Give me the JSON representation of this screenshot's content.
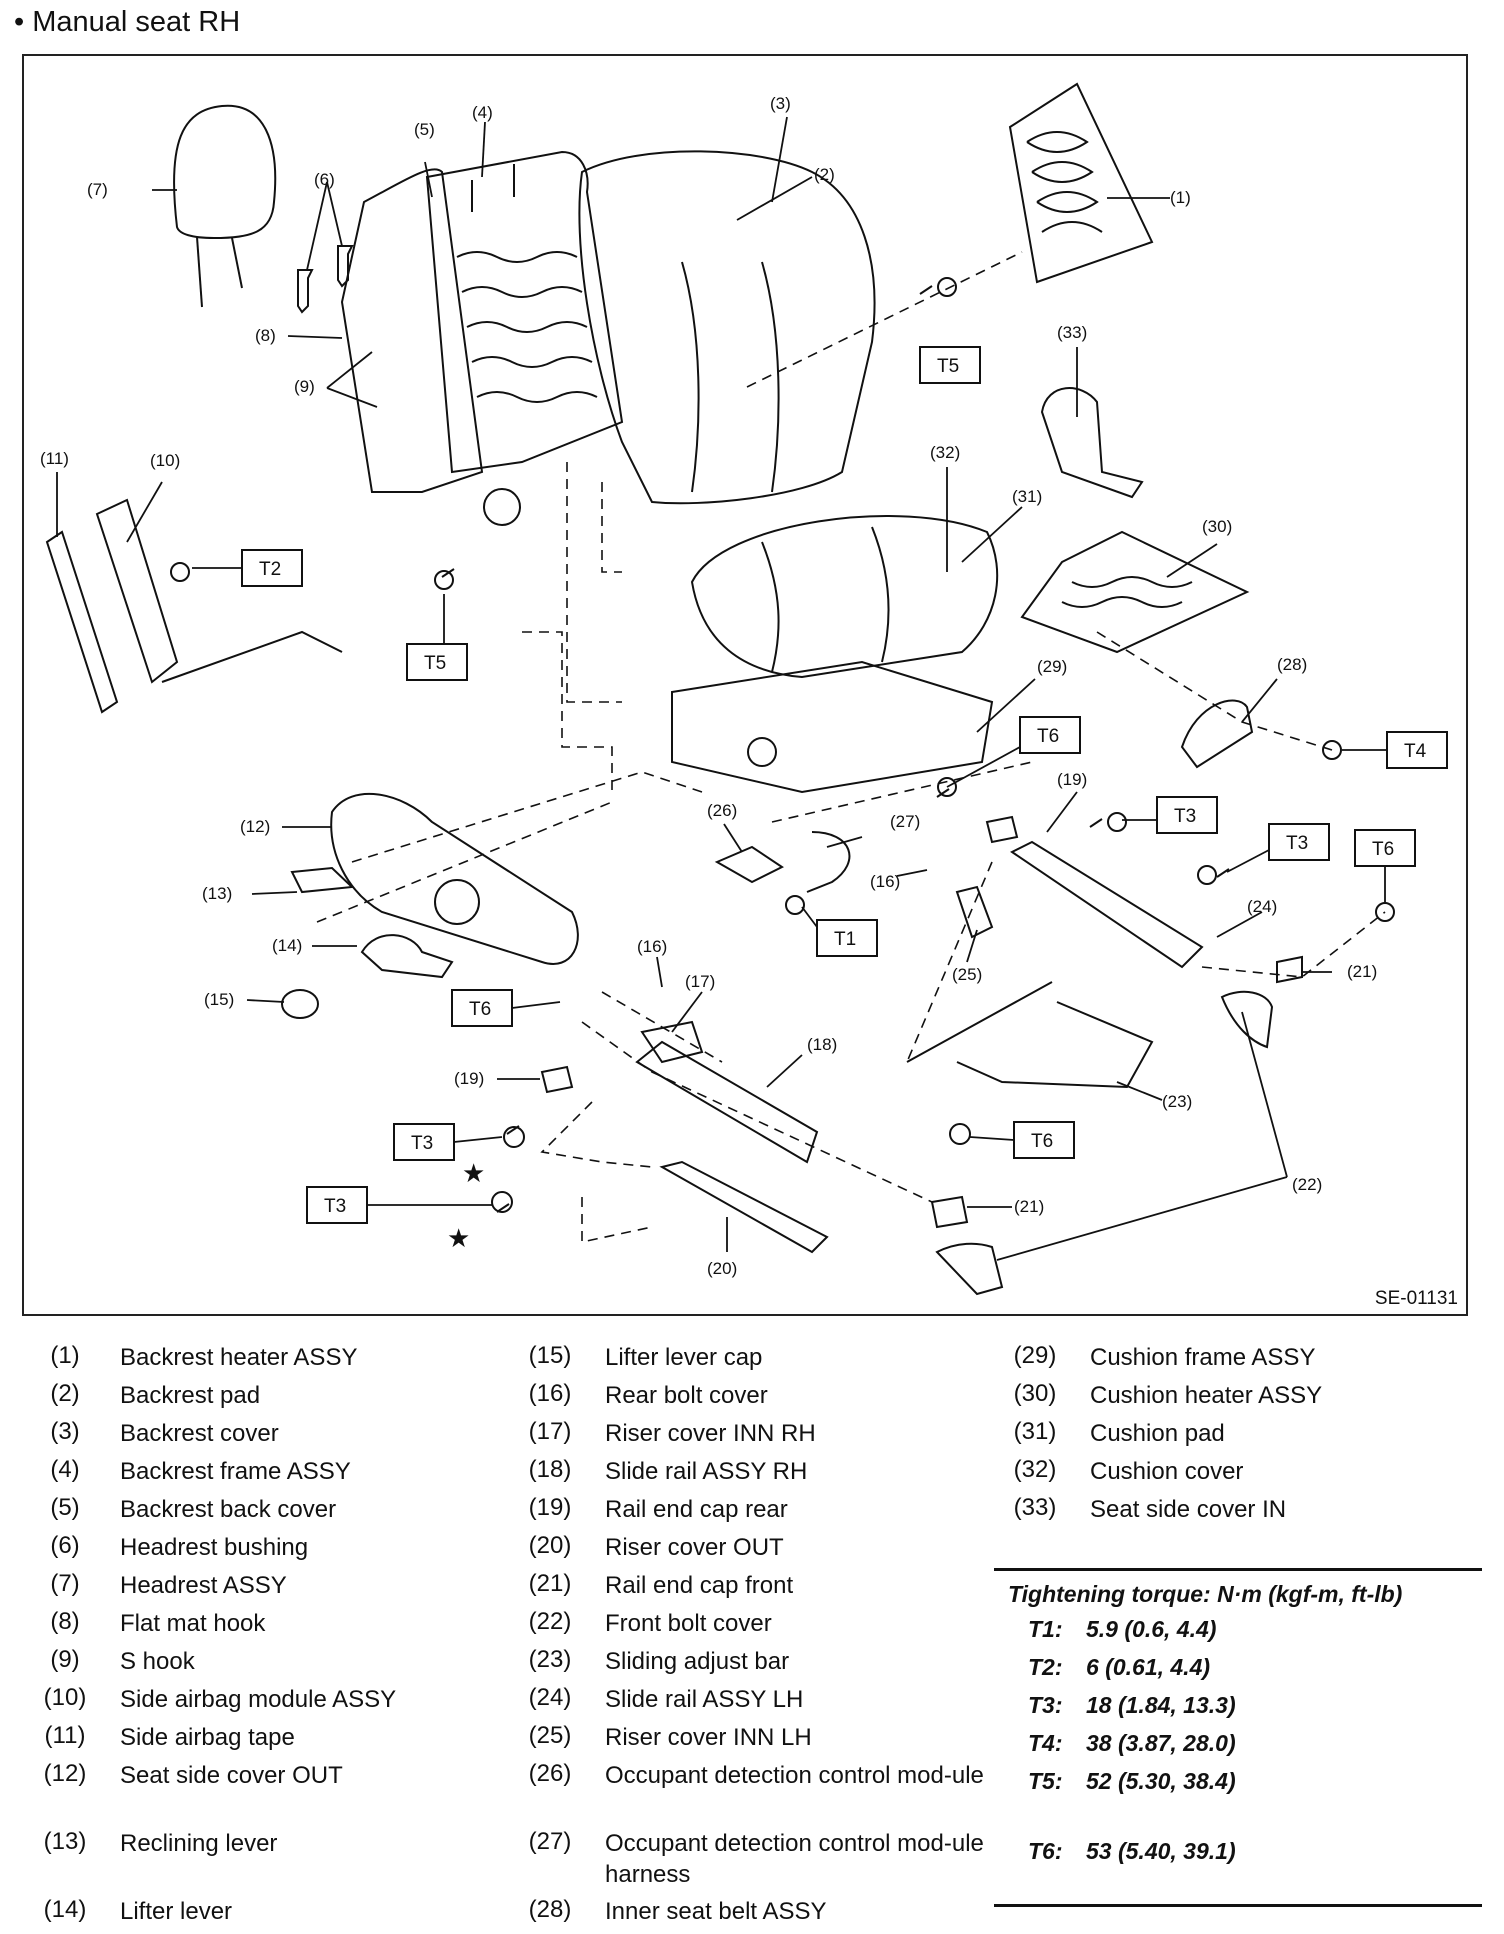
{
  "title": "Manual seat RH",
  "figure_id": "SE-01131",
  "callouts": {
    "c1": "(1)",
    "c2": "(2)",
    "c3": "(3)",
    "c4": "(4)",
    "c5": "(5)",
    "c6": "(6)",
    "c7": "(7)",
    "c8": "(8)",
    "c9": "(9)",
    "c10": "(10)",
    "c11": "(11)",
    "c12": "(12)",
    "c13": "(13)",
    "c14": "(14)",
    "c15": "(15)",
    "c16": "(16)",
    "c17": "(17)",
    "c18": "(18)",
    "c19": "(19)",
    "c20": "(20)",
    "c21": "(21)",
    "c22": "(22)",
    "c23": "(23)",
    "c24": "(24)",
    "c25": "(25)",
    "c26": "(26)",
    "c27": "(27)",
    "c28": "(28)",
    "c29": "(29)",
    "c30": "(30)",
    "c31": "(31)",
    "c32": "(32)",
    "c33": "(33)"
  },
  "torque_labels": {
    "t1": "T1",
    "t2": "T2",
    "t3": "T3",
    "t4": "T4",
    "t5": "T5",
    "t6": "T6"
  },
  "legend": [
    {
      "num": "(1)",
      "text": "Backrest heater ASSY"
    },
    {
      "num": "(2)",
      "text": "Backrest pad"
    },
    {
      "num": "(3)",
      "text": "Backrest cover"
    },
    {
      "num": "(4)",
      "text": "Backrest frame ASSY"
    },
    {
      "num": "(5)",
      "text": "Backrest back cover"
    },
    {
      "num": "(6)",
      "text": "Headrest bushing"
    },
    {
      "num": "(7)",
      "text": "Headrest ASSY"
    },
    {
      "num": "(8)",
      "text": "Flat mat hook"
    },
    {
      "num": "(9)",
      "text": "S hook"
    },
    {
      "num": "(10)",
      "text": "Side airbag module ASSY"
    },
    {
      "num": "(11)",
      "text": "Side airbag tape"
    },
    {
      "num": "(12)",
      "text": "Seat side cover OUT"
    },
    {
      "num": "(13)",
      "text": "Reclining lever"
    },
    {
      "num": "(14)",
      "text": "Lifter lever"
    },
    {
      "num": "(15)",
      "text": "Lifter lever cap"
    },
    {
      "num": "(16)",
      "text": "Rear bolt cover"
    },
    {
      "num": "(17)",
      "text": "Riser cover INN RH"
    },
    {
      "num": "(18)",
      "text": "Slide rail ASSY RH"
    },
    {
      "num": "(19)",
      "text": "Rail end cap rear"
    },
    {
      "num": "(20)",
      "text": "Riser cover OUT"
    },
    {
      "num": "(21)",
      "text": "Rail end cap front"
    },
    {
      "num": "(22)",
      "text": "Front bolt cover"
    },
    {
      "num": "(23)",
      "text": "Sliding adjust bar"
    },
    {
      "num": "(24)",
      "text": "Slide rail ASSY LH"
    },
    {
      "num": "(25)",
      "text": "Riser cover INN LH"
    },
    {
      "num": "(26)",
      "text": "Occupant detection control mod-ule"
    },
    {
      "num": "(27)",
      "text": "Occupant detection control mod-ule harness"
    },
    {
      "num": "(28)",
      "text": "Inner seat belt ASSY"
    },
    {
      "num": "(29)",
      "text": "Cushion frame ASSY"
    },
    {
      "num": "(30)",
      "text": "Cushion heater ASSY"
    },
    {
      "num": "(31)",
      "text": "Cushion pad"
    },
    {
      "num": "(32)",
      "text": "Cushion cover"
    },
    {
      "num": "(33)",
      "text": "Seat side cover IN"
    }
  ],
  "torque": {
    "heading": "Tightening torque: N·m (kgf-m, ft-lb)",
    "rows": [
      {
        "code": "T1:",
        "value": "5.9 (0.6, 4.4)"
      },
      {
        "code": "T2:",
        "value": "6 (0.61, 4.4)"
      },
      {
        "code": "T3:",
        "value": "18 (1.84, 13.3)"
      },
      {
        "code": "T4:",
        "value": "38 (3.87, 28.0)"
      },
      {
        "code": "T5:",
        "value": "52 (5.30, 38.4)"
      },
      {
        "code": "T6:",
        "value": "53 (5.40, 39.1)"
      }
    ]
  }
}
